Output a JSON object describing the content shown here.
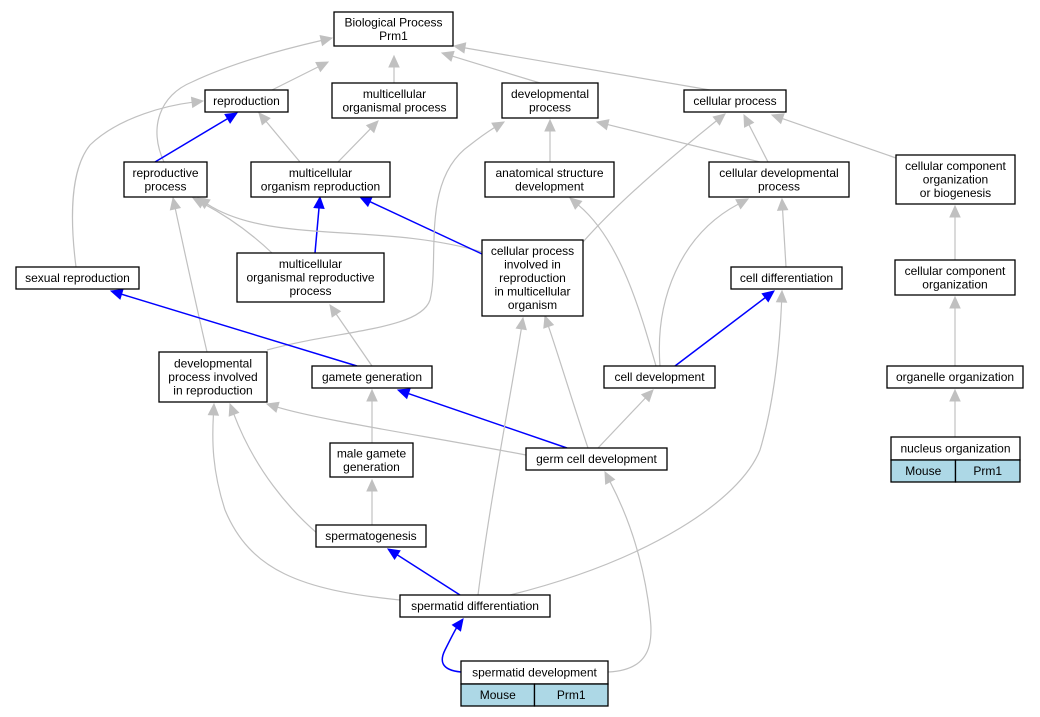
{
  "nodes": {
    "bp": [
      "Biological Process",
      "Prm1"
    ],
    "reproduction": [
      "reproduction"
    ],
    "mop": [
      "multicellular",
      "organismal process"
    ],
    "devproc": [
      "developmental",
      "process"
    ],
    "cellproc": [
      "cellular process"
    ],
    "reprocproc": [
      "reproductive",
      "process"
    ],
    "mor": [
      "multicellular",
      "organism reproduction"
    ],
    "asd": [
      "anatomical structure",
      "development"
    ],
    "cdp": [
      "cellular developmental",
      "process"
    ],
    "ccob": [
      "cellular component",
      "organization",
      "or biogenesis"
    ],
    "sexrep": [
      "sexual reproduction"
    ],
    "morp": [
      "multicellular",
      "organismal reproductive",
      "process"
    ],
    "cpir": [
      "cellular process",
      "involved in",
      "reproduction",
      "in multicellular",
      "organism"
    ],
    "celldiff": [
      "cell differentiation"
    ],
    "cco": [
      "cellular component",
      "organization"
    ],
    "dpir": [
      "developmental",
      "process involved",
      "in reproduction"
    ],
    "gamgen": [
      "gamete generation"
    ],
    "celldev": [
      "cell development"
    ],
    "orgorg": [
      "organelle organization"
    ],
    "mgg": [
      "male gamete",
      "generation"
    ],
    "gcd": [
      "germ cell development"
    ],
    "nucorg": [
      "nucleus organization"
    ],
    "spermgen": [
      "spermatogenesis"
    ],
    "spdiff": [
      "spermatid differentiation"
    ],
    "spdev": [
      "spermatid development"
    ]
  },
  "annotations": {
    "nucorg": [
      "Mouse",
      "Prm1"
    ],
    "spdev": [
      "Mouse",
      "Prm1"
    ]
  },
  "colors": {
    "is_a_edge": "#c0c0c0",
    "part_of_edge": "#0000ff",
    "annotation_fill": "#add8e6"
  }
}
